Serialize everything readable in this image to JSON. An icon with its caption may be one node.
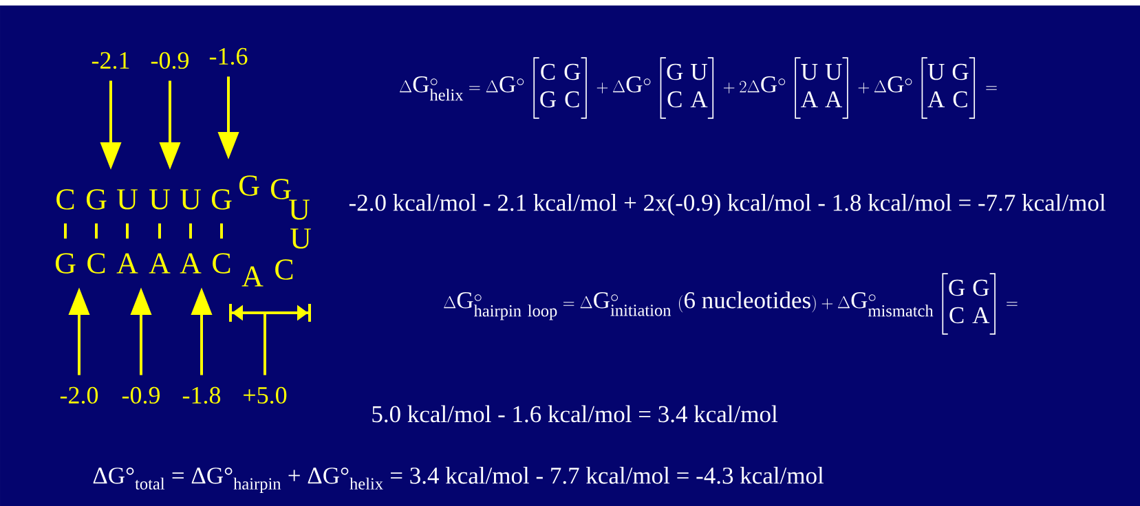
{
  "diagram": {
    "nodes": [
      {
        "text": [
          "-2.1"
        ]
      },
      {
        "text": [
          "-0.9"
        ]
      },
      {
        "text": [
          "-1.6"
        ]
      },
      {
        "text": [
          "-2.0"
        ]
      },
      {
        "text": [
          "-0.9"
        ]
      },
      {
        "text": [
          "-1.8"
        ]
      },
      {
        "text": [
          "+5.0"
        ]
      },
      {
        "text": [],
        "shape": "bar"
      }
    ],
    "edges": [
      {
        "from": 0,
        "to": null,
        "arrow": "to"
      },
      {
        "from": 1,
        "to": null,
        "arrow": "to"
      },
      {
        "from": 2,
        "to": null,
        "arrow": "to"
      },
      {
        "from": 3,
        "to": null,
        "arrow": "to"
      },
      {
        "from": 4,
        "to": null,
        "arrow": "to"
      },
      {
        "from": 5,
        "to": null,
        "arrow": "to"
      },
      {
        "from": 6,
        "to": 7,
        "arrow": "none"
      }
    ],
    "labels": [
      "C",
      "G",
      "U",
      "U",
      "U",
      "G",
      "G",
      "G",
      "U",
      "U",
      "G",
      "C",
      "A",
      "A",
      "A",
      "C",
      "A",
      "C",
      "\\Delta \\mathrm{G}^{\\circ}_{\\mathrm{helix}} = \\Delta \\mathrm{G}^{\\circ}\\begin{bmatrix}\\mathrm{C} & \\mathrm{G}\\\\ \\mathrm{G} & \\mathrm{C}\\end{bmatrix} + \\Delta \\mathrm{G}^{\\circ}\\begin{bmatrix}\\mathrm{G} & \\mathrm{U}\\\\ \\mathrm{C} & \\mathrm{A}\\end{bmatrix} + 2\\Delta \\mathrm{G}^{\\circ}\\begin{bmatrix}\\mathrm{U} & \\mathrm{U}\\\\ \\mathrm{A} & \\mathrm{A}\\end{bmatrix} + \\Delta \\mathrm{G}^{\\circ}\\begin{bmatrix}\\mathrm{U} & \\mathrm{G}\\\\ \\mathrm{A} & \\mathrm{C}\\end{bmatrix} =",
      "-2.0 kcal/mol - 2.1 kcal/mol + 2x(-0.9) kcal/mol - 1.8 kcal/mol = -7.7 kcal/mol",
      "\\Delta \\mathrm{G}^{\\circ}_{\\mathrm{hairpin\\ loop}} = \\Delta \\mathrm{G}^{\\circ}_{\\mathrm{initiation}}\\ \\mathrm{(6\\ nucleotides)} + \\Delta \\mathrm{G}^{\\circ}_{\\mathrm{mismatch}}\\begin{bmatrix}\\mathrm{G} & \\mathrm{G}\\\\ \\mathrm{C} & \\mathrm{A}\\end{bmatrix} =",
      "5.0 kcal/mol - 1.6 kcal/mol = 3.4 kcal/mol",
      "ΔG°$_{total}$ = ΔG°$_{hairpin}$ + ΔG°$_{helix}$ = 3.4 kcal/mol - 7.7 kcal/mol = -4.3 kcal/mol"
    ]
  }
}
